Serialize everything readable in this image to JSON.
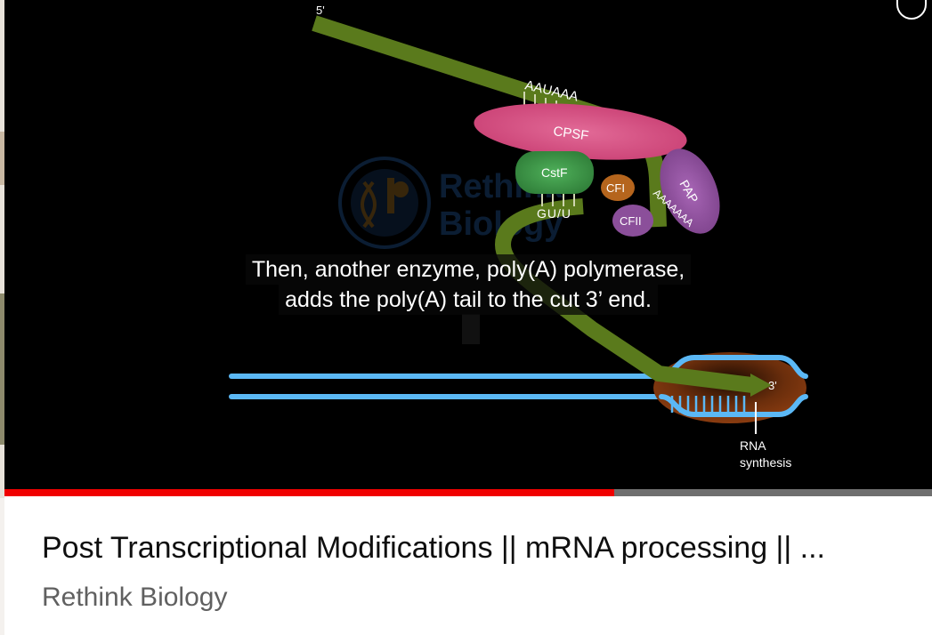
{
  "video": {
    "progress_fraction": 0.657,
    "caption_lines": [
      "Then, another enzyme, poly(A) polymerase,",
      "adds the poly(A) tail to the cut 3’ end."
    ],
    "watermark_text": [
      "Rethink",
      "Biology"
    ],
    "diagram_labels": {
      "five_prime": "5'",
      "signal": "AAUAAA",
      "cpsf": "CPSF",
      "cstf": "CstF",
      "gu_u": "GU/U",
      "cfi": "CFI",
      "cfii": "CFII",
      "pap": "PAP",
      "poly_a": "AAAAAAA",
      "three_prime": "3'",
      "rna_synthesis_1": "RNA",
      "rna_synthesis_2": "synthesis"
    },
    "colors": {
      "rna_strand": "#5a7a1c",
      "cpsf": "#d94f83",
      "cstf": "#3f9a4a",
      "cfi": "#b5651d",
      "cfii": "#8b4f9a",
      "pap": "#8c4f9a",
      "dna": "#5bb8f5",
      "polymerase": "#8a3c10",
      "progress": "#f00000"
    }
  },
  "meta": {
    "title": "Post Transcriptional Modifications || mRNA processing || ...",
    "channel": "Rethink Biology"
  }
}
